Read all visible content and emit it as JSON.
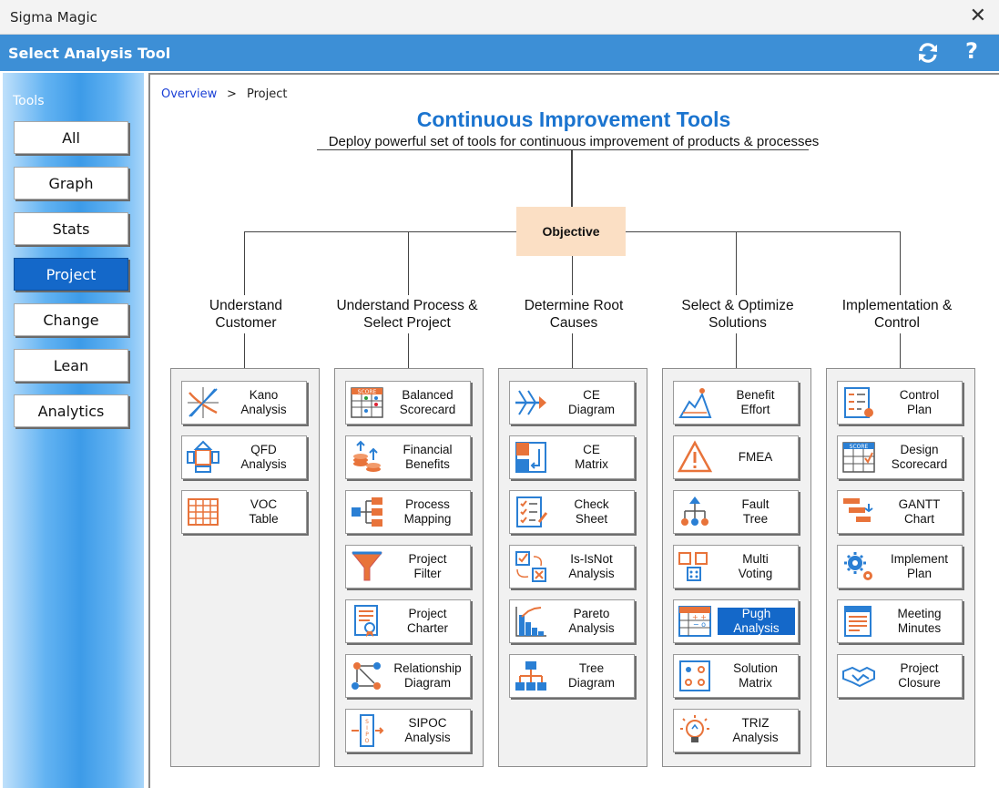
{
  "window": {
    "title": "Sigma Magic"
  },
  "header": {
    "title": "Select Analysis Tool"
  },
  "sidebar": {
    "label": "Tools",
    "items": [
      {
        "label": "All",
        "active": false
      },
      {
        "label": "Graph",
        "active": false
      },
      {
        "label": "Stats",
        "active": false
      },
      {
        "label": "Project",
        "active": true
      },
      {
        "label": "Change",
        "active": false
      },
      {
        "label": "Lean",
        "active": false
      },
      {
        "label": "Analytics",
        "active": false
      }
    ]
  },
  "breadcrumb": {
    "link": "Overview",
    "separator": ">",
    "current": "Project"
  },
  "main": {
    "title": "Continuous Improvement Tools",
    "subtitle": "Deploy powerful set of tools for continuous improvement of products & processes",
    "objective": "Objective"
  },
  "columns": [
    {
      "heading": "Understand\nCustomer",
      "tools": [
        {
          "label": "Kano\nAnalysis"
        },
        {
          "label": "QFD\nAnalysis"
        },
        {
          "label": "VOC\nTable"
        }
      ]
    },
    {
      "heading": "Understand Process &\nSelect Project",
      "tools": [
        {
          "label": "Balanced\nScorecard"
        },
        {
          "label": "Financial\nBenefits"
        },
        {
          "label": "Process\nMapping"
        },
        {
          "label": "Project\nFilter"
        },
        {
          "label": "Project\nCharter"
        },
        {
          "label": "Relationship\nDiagram"
        },
        {
          "label": "SIPOC\nAnalysis"
        }
      ]
    },
    {
      "heading": "Determine Root\nCauses",
      "tools": [
        {
          "label": "CE\nDiagram"
        },
        {
          "label": "CE\nMatrix"
        },
        {
          "label": "Check\nSheet"
        },
        {
          "label": "Is-IsNot\nAnalysis"
        },
        {
          "label": "Pareto\nAnalysis"
        },
        {
          "label": "Tree\nDiagram"
        }
      ]
    },
    {
      "heading": "Select & Optimize\nSolutions",
      "tools": [
        {
          "label": "Benefit\nEffort"
        },
        {
          "label": "FMEA"
        },
        {
          "label": "Fault\nTree"
        },
        {
          "label": "Multi\nVoting"
        },
        {
          "label": "Pugh\nAnalysis",
          "selected": true
        },
        {
          "label": "Solution\nMatrix"
        },
        {
          "label": "TRIZ\nAnalysis"
        }
      ]
    },
    {
      "heading": "Implementation &\nControl",
      "tools": [
        {
          "label": "Control\nPlan"
        },
        {
          "label": "Design\nScorecard"
        },
        {
          "label": "GANTT\nChart"
        },
        {
          "label": "Implement\nPlan"
        },
        {
          "label": "Meeting\nMinutes"
        },
        {
          "label": "Project\nClosure"
        }
      ]
    }
  ],
  "colors": {
    "accent": "#3d8fd6",
    "nav_active": "#1468c9",
    "title": "#1b74cf",
    "objective_bg": "#fbdfc4",
    "icon_orange": "#e8733a",
    "icon_blue": "#2a7fd4"
  }
}
